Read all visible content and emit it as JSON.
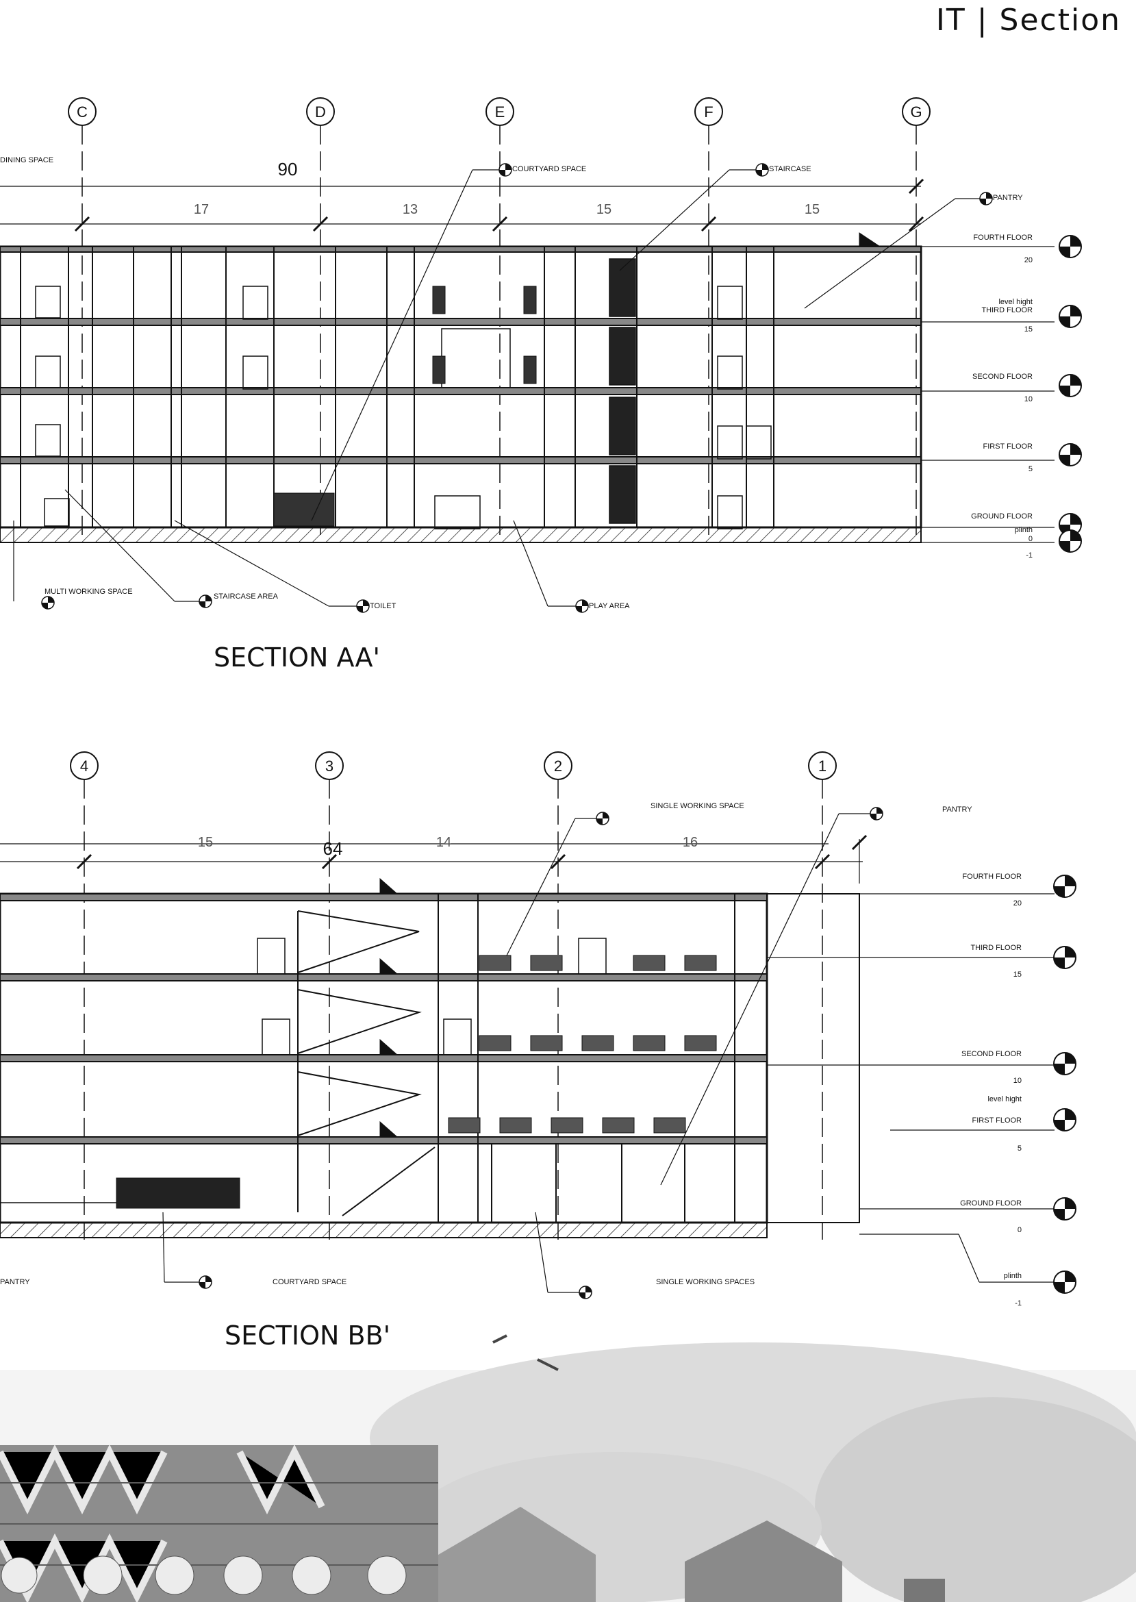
{
  "header": {
    "title": "IT | Section"
  },
  "section_aa": {
    "caption": "SECTION AA'",
    "grid_labels": [
      "C",
      "D",
      "E",
      "F",
      "G"
    ],
    "overall_dimension": "90",
    "bay_dimensions": [
      "17",
      "13",
      "15",
      "15"
    ],
    "levels": [
      {
        "name": "FOURTH FLOOR",
        "value": "20"
      },
      {
        "name": "THIRD FLOOR",
        "value": "15",
        "note": "level hight"
      },
      {
        "name": "SECOND FLOOR",
        "value": "10"
      },
      {
        "name": "FIRST FLOOR",
        "value": "5"
      },
      {
        "name": "GROUND FLOOR",
        "value": "0"
      },
      {
        "name": "plinth",
        "value": "-1"
      }
    ],
    "tags": {
      "dining": "DINING SPACE",
      "courtyard": "COURTYARD SPACE",
      "staircase": "STAIRCASE",
      "pantry": "PANTRY",
      "multi_working": "MULTI WORKING SPACE",
      "staircase_area": "STAIRCASE AREA",
      "toilet": "TOILET",
      "play_area": "PLAY AREA"
    }
  },
  "section_bb": {
    "caption": "SECTION BB'",
    "grid_labels": [
      "4",
      "3",
      "2",
      "1"
    ],
    "overall_dimension": "64",
    "bay_dimensions": [
      "15",
      "14",
      "16"
    ],
    "levels": [
      {
        "name": "FOURTH FLOOR",
        "value": "20"
      },
      {
        "name": "THIRD FLOOR",
        "value": "15"
      },
      {
        "name": "SECOND FLOOR",
        "value": "10"
      },
      {
        "name": "FIRST FLOOR",
        "value": "5",
        "note": "level hight"
      },
      {
        "name": "GROUND FLOOR",
        "value": "0"
      },
      {
        "name": "plinth",
        "value": "-1"
      }
    ],
    "tags": {
      "single_working": "SINGLE WORKING SPACE",
      "pantry_top": "PANTRY",
      "pantry_left": "PANTRY",
      "courtyard": "COURTYARD SPACE",
      "single_working_spaces": "SINGLE WORKING SPACES"
    }
  }
}
